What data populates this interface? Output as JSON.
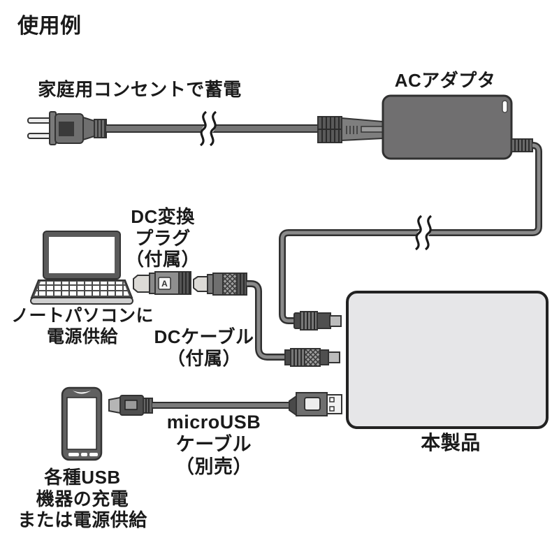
{
  "title": "使用例",
  "labels": {
    "outlet": "家庭用コンセントで蓄電",
    "ac_adapter": "ACアダプタ",
    "dc_conversion_plug": "DC変換\nプラグ\n（付属）",
    "laptop": "ノートパソコンに\n電源供給",
    "dc_cable": "DCケーブル\n（付属）",
    "micro_usb_cable": "microUSB\nケーブル\n（別売）",
    "usb_devices": "各種USB\n機器の充電\nまたは電源供給",
    "product": "本製品",
    "plug_marking": "A"
  },
  "colors": {
    "outline": "#333333",
    "cable_fill": "#757575",
    "adapter_body": "#706f70",
    "device_gray": "#5a5a5a",
    "product_fill": "#e6e6e8",
    "plug_tip": "#bcbcbc",
    "text": "#1a1a1a",
    "background": "#ffffff"
  }
}
